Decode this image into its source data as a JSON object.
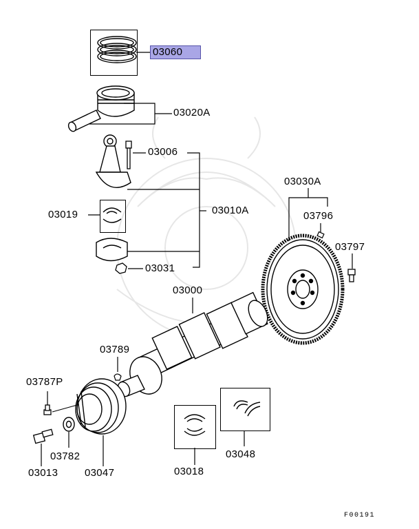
{
  "parts": {
    "p03060": "03060",
    "p03020A": "03020A",
    "p03006": "03006",
    "p03030A": "03030A",
    "p03019": "03019",
    "p03010A": "03010A",
    "p03796": "03796",
    "p03797": "03797",
    "p03031": "03031",
    "p03000": "03000",
    "p03789": "03789",
    "p03787P": "03787P",
    "p03782": "03782",
    "p03013": "03013",
    "p03047": "03047",
    "p03018": "03018",
    "p03048": "03048"
  },
  "figure_id": "F00191",
  "colors": {
    "highlight": "#a9a6e6",
    "highlight_border": "#5552a8",
    "line": "#000000",
    "watermark": "#e8e8e8"
  },
  "highlighted_part": "03060"
}
